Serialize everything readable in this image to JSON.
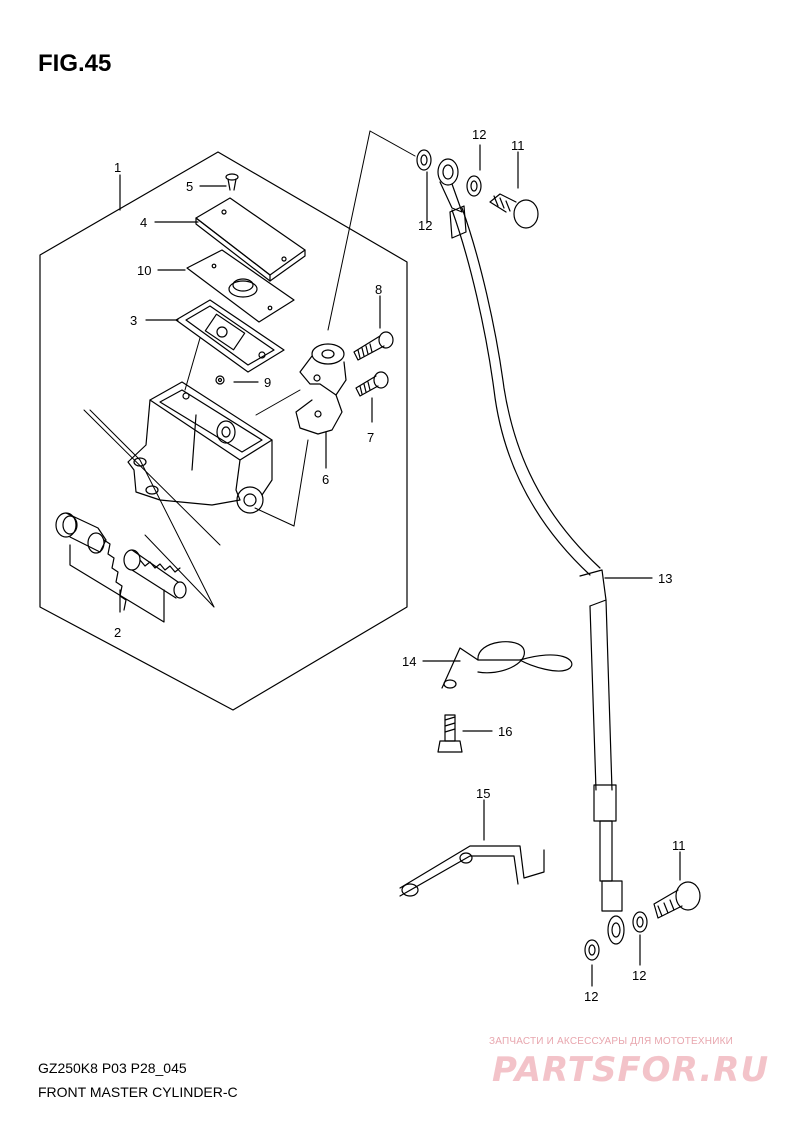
{
  "figure": {
    "title": "FIG.45",
    "code": "GZ250K8 P03 P28_045",
    "name": "FRONT MASTER CYLINDER-C"
  },
  "parts": [
    {
      "ref": "1",
      "name": "master-cylinder-assembly"
    },
    {
      "ref": "2",
      "name": "piston-cup-set"
    },
    {
      "ref": "3",
      "name": "reservoir-plate"
    },
    {
      "ref": "4",
      "name": "reservoir-cap"
    },
    {
      "ref": "5",
      "name": "cap-screw"
    },
    {
      "ref": "6",
      "name": "master-cylinder-holder"
    },
    {
      "ref": "7",
      "name": "holder-bolt-lower"
    },
    {
      "ref": "8",
      "name": "holder-bolt-upper"
    },
    {
      "ref": "9",
      "name": "screw-washer"
    },
    {
      "ref": "10",
      "name": "diaphragm"
    },
    {
      "ref": "11",
      "name": "union-bolt-top"
    },
    {
      "ref": "11",
      "name": "union-bolt-bottom"
    },
    {
      "ref": "12",
      "name": "gasket-top-a"
    },
    {
      "ref": "12",
      "name": "gasket-top-b"
    },
    {
      "ref": "12",
      "name": "gasket-bottom-a"
    },
    {
      "ref": "12",
      "name": "gasket-bottom-b"
    },
    {
      "ref": "13",
      "name": "brake-hose"
    },
    {
      "ref": "14",
      "name": "hose-clamp"
    },
    {
      "ref": "15",
      "name": "hose-guide-bracket"
    },
    {
      "ref": "16",
      "name": "clamp-bolt"
    }
  ],
  "watermark": {
    "subtitle": "ЗАПЧАСТИ И АКСЕССУАРЫ ДЛЯ МОТОТЕХНИКИ",
    "logo": "PARTSFOR.RU"
  }
}
